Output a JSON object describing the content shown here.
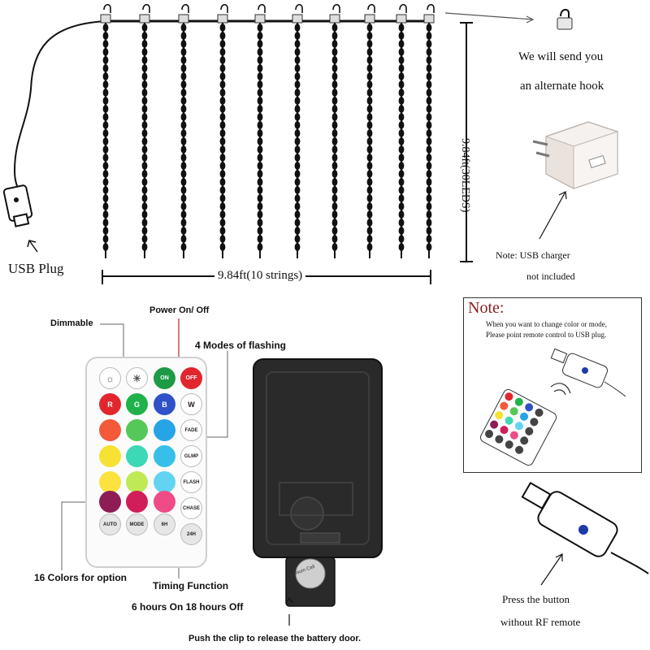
{
  "curtain": {
    "width_label": "9.84ft(10 strings)",
    "height_label": "9.84ft(30LEDS)",
    "usb_plug_label": "USB Plug",
    "hook_note_line1": "We will send you",
    "hook_note_line2": "an alternate hook",
    "charger_note_line1": "Note: USB charger",
    "charger_note_line2": "not included"
  },
  "remote": {
    "callouts": {
      "dimmable": "Dimmable",
      "power": "Power On/ Off",
      "modes": "4 Modes of flashing",
      "colors": "16 Colors for option",
      "timing": "Timing Function",
      "timer": "6 hours On 18 hours Off",
      "clip": "Push the clip to release the battery door."
    },
    "buttons": {
      "on": "ON",
      "off": "OFF",
      "r": "R",
      "g": "G",
      "b": "B",
      "w": "W",
      "fade": "FADE",
      "glimp": "GLMP",
      "flash": "FLASH",
      "chase": "CHASE",
      "six_h": "6H",
      "twenty_four_h": "24H",
      "auto": "AUTO",
      "mode": "MODE"
    },
    "colors": {
      "row2": [
        "#e2262e",
        "#20b24a",
        "#2f52c8"
      ],
      "row3": [
        "#f25a3a",
        "#55c85a",
        "#27a4e6"
      ],
      "row4": [
        "#f5e233",
        "#3dd8b5",
        "#36bfe9"
      ],
      "row5": [
        "#fbe23e",
        "#bfea55",
        "#62d4f1"
      ],
      "row6": [
        "#8e1d56",
        "#d11d5a",
        "#ef4c87"
      ]
    },
    "battery_label": "Lithium Cell"
  },
  "usb_note": {
    "title": "Note:",
    "line1": "When you want to change color or mode,",
    "line2": "Please point remote control to USB plug."
  },
  "press": {
    "line1": "Press the button",
    "line2": "without RF remote"
  }
}
